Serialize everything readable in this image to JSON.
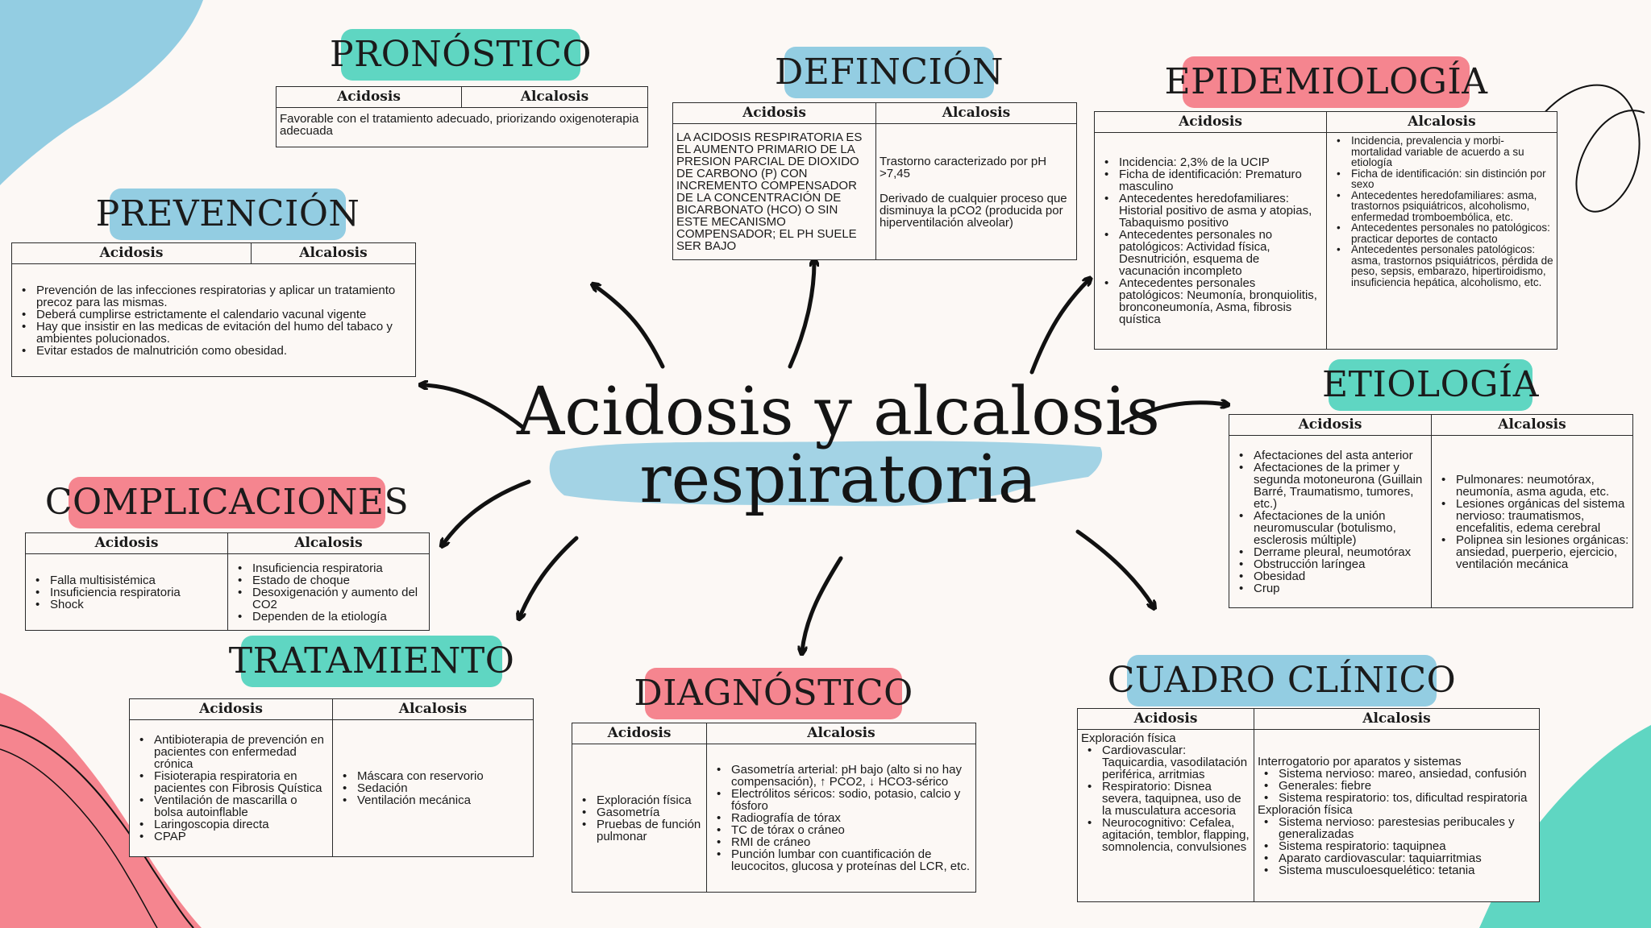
{
  "center": {
    "line1": "Acidosis y alcalosis",
    "line2": "respiratoria"
  },
  "colors": {
    "teal": "#5fd6c2",
    "blue": "#93cde2",
    "pink": "#f5858f"
  },
  "pronostico": {
    "title": "PRONÓSTICO",
    "headers": [
      "Acidosis",
      "Alcalosis"
    ],
    "body": "Favorable con el tratamiento adecuado, priorizando oxigenoterapia adecuada"
  },
  "definicion": {
    "title": "DEFINCIÓN",
    "headers": [
      "Acidosis",
      "Alcalosis"
    ],
    "acidosis": "LA ACIDOSIS RESPIRATORIA ES EL AUMENTO PRIMARIO DE LA PRESION PARCIAL DE DIOXIDO DE CARBONO (P) CON INCREMENTO COMPENSADOR DE LA CONCENTRACIÓN DE BICARBONATO (HCO) O SIN ESTE MECANISMO COMPENSADOR; EL PH SUELE SER BAJO",
    "alcalosis": [
      "Trastorno caracterizado por pH >7,45",
      "Derivado de cualquier proceso que disminuya la pCO2 (producida por hiperventilación alveolar)"
    ]
  },
  "epidemiologia": {
    "title": "EPIDEMIOLOGÍA",
    "headers": [
      "Acidosis",
      "Alcalosis"
    ],
    "acidosis": [
      "Incidencia: 2,3% de la UCIP",
      "Ficha de identificación: Prematuro masculino",
      "Antecedentes heredofamiliares: Historial positivo de asma y atopias, Tabaquismo positivo",
      "Antecedentes personales no patológicos: Actividad física, Desnutrición, esquema de vacunación incompleto",
      "Antecedentes personales patológicos: Neumonía, bronquiolitis, bronconeumonía, Asma, fibrosis quística"
    ],
    "alcalosis": [
      "Incidencia, prevalencia y morbi-mortalidad variable de acuerdo a su etiología",
      "Ficha de identificación: sin distinción por sexo",
      "Antecedentes heredofamiliares: asma, trastornos psiquiátricos, alcoholismo, enfermedad tromboembólica, etc.",
      "Antecedentes personales no patológicos: practicar deportes de contacto",
      "Antecedentes personales patológicos: asma, trastornos psiquiátricos, pérdida de peso, sepsis, embarazo, hipertiroidismo, insuficiencia hepática, alcoholismo, etc."
    ]
  },
  "prevencion": {
    "title": "PREVENCIÓN",
    "headers": [
      "Acidosis",
      "Alcalosis"
    ],
    "items": [
      "Prevención de las infecciones respiratorias y aplicar un tratamiento precoz para las mismas.",
      "Deberá cumplirse estrictamente el calendario vacunal vigente",
      "Hay que insistir en las medicas de evitación del humo del tabaco y ambientes polucionados.",
      "Evitar estados de malnutrición como obesidad."
    ]
  },
  "etiologia": {
    "title": "ETIOLOGÍA",
    "headers": [
      "Acidosis",
      "Alcalosis"
    ],
    "acidosis": [
      "Afectaciones del asta anterior",
      "Afectaciones de la primer y segunda motoneurona (Guillain Barré, Traumatismo, tumores, etc.)",
      "Afectaciones de la unión neuromuscular (botulismo, esclerosis múltiple)",
      "Derrame pleural, neumotórax",
      "Obstrucción laríngea",
      "Obesidad",
      "Crup"
    ],
    "alcalosis": [
      "Pulmonares: neumotórax, neumonía, asma aguda, etc.",
      "Lesiones orgánicas del sistema nervioso: traumatismos, encefalitis, edema cerebral",
      "Polipnea sin lesiones orgánicas: ansiedad, puerperio, ejercicio, ventilación mecánica"
    ]
  },
  "complicaciones": {
    "title": "COMPLICACIONES",
    "headers": [
      "Acidosis",
      "Alcalosis"
    ],
    "acidosis": [
      "Falla multisistémica",
      "Insuficiencia respiratoria",
      "Shock"
    ],
    "alcalosis": [
      "Insuficiencia respiratoria",
      "Estado de choque",
      "Desoxigenación y aumento del CO2",
      "Dependen de la etiología"
    ]
  },
  "tratamiento": {
    "title": "TRATAMIENTO",
    "headers": [
      "Acidosis",
      "Alcalosis"
    ],
    "acidosis": [
      "Antibioterapia de prevención en pacientes con enfermedad crónica",
      "Fisioterapia respiratoria en pacientes con Fibrosis Quística",
      "Ventilación de mascarilla o bolsa autoinflable",
      "Laringoscopia directa",
      "CPAP"
    ],
    "alcalosis": [
      "Máscara con reservorio",
      "Sedación",
      "Ventilación mecánica"
    ]
  },
  "diagnostico": {
    "title": "DIAGNÓSTICO",
    "headers": [
      "Acidosis",
      "Alcalosis"
    ],
    "acidosis": [
      "Exploración física",
      "Gasometría",
      "Pruebas de función pulmonar"
    ],
    "alcalosis": [
      "Gasometría arterial: pH bajo (alto si no hay compensación), ↑ PCO2, ↓ HCO3-sérico",
      "Electrólitos séricos: sodio, potasio, calcio y fósforo",
      "Radiografía de tórax",
      "TC de tórax o cráneo",
      "RMI de cráneo",
      "Punción lumbar con cuantificación de leucocitos, glucosa y proteínas del LCR, etc."
    ]
  },
  "cuadro": {
    "title": "CUADRO CLÍNICO",
    "headers": [
      "Acidosis",
      "Alcalosis"
    ],
    "acidosis_heading": "Exploración física",
    "acidosis": [
      "Cardiovascular: Taquicardia, vasodilatación periférica, arritmias",
      "Respiratorio: Disnea severa, taquipnea, uso de la musculatura accesoria",
      "Neurocognitivo: Cefalea, agitación, temblor, flapping, somnolencia, convulsiones"
    ],
    "alcalosis_heading1": "Interrogatorio por aparatos y sistemas",
    "alcalosis_group1": [
      "Sistema nervioso: mareo, ansiedad, confusión",
      "Generales: fiebre",
      "Sistema respiratorio: tos, dificultad respiratoria"
    ],
    "alcalosis_heading2": "Exploración física",
    "alcalosis_group2": [
      "Sistema nervioso: parestesias peribucales y generalizadas",
      "Sistema respiratorio: taquipnea",
      "Aparato cardiovascular: taquiarritmias",
      "Sistema musculoesquelético: tetania"
    ]
  }
}
